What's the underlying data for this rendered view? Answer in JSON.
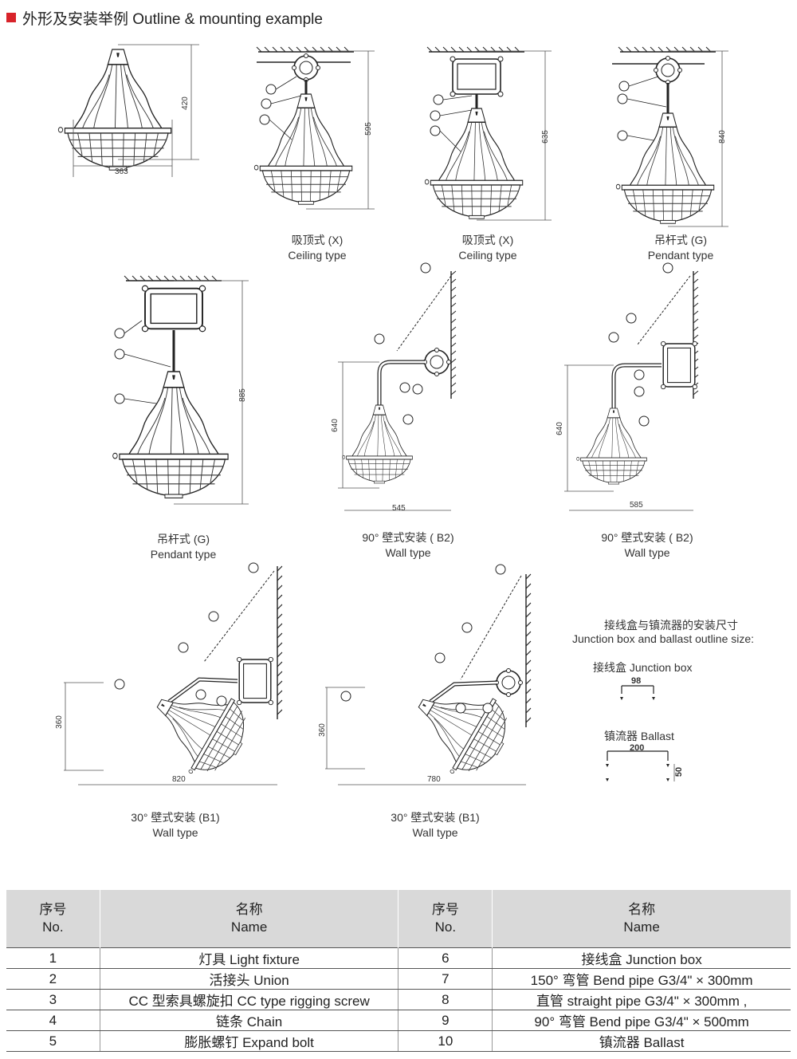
{
  "header": {
    "title": "外形及安装举例 Outline & mounting example",
    "accent": "#d8232a"
  },
  "captions": [
    {
      "cn": "吸顶式 (X)",
      "en": "Ceiling type"
    },
    {
      "cn": "吸顶式 (X)",
      "en": "Ceiling type"
    },
    {
      "cn": "吊杆式 (G)",
      "en": "Pendant type"
    },
    {
      "cn": "吊杆式 (G)",
      "en": "Pendant type"
    },
    {
      "cn": "90° 壁式安装 ( B2)",
      "en": "Wall type"
    },
    {
      "cn": "90° 壁式安装 ( B2)",
      "en": "Wall type"
    },
    {
      "cn": "30° 壁式安装 (B1)",
      "en": "Wall type"
    },
    {
      "cn": "30° 壁式安装 (B1)",
      "en": "Wall type"
    }
  ],
  "dimensions": {
    "d420": "420",
    "d363": "363",
    "d595": "595",
    "d635": "635",
    "d840": "840",
    "d885": "885",
    "d640a": "640",
    "d545": "545",
    "d640b": "640",
    "d585": "585",
    "d360a": "360",
    "d820": "820",
    "d360b": "360",
    "d780": "780"
  },
  "outline_notes": {
    "title_cn": "接线盒与镇流器的安装尺寸",
    "title_en": "Junction box and ballast outline size:",
    "junction_label": "接线盒 Junction box",
    "junction_dim": "98",
    "ballast_label": "镇流器 Ballast",
    "ballast_w": "200",
    "ballast_h": "50"
  },
  "parts_table": {
    "headers": [
      {
        "cn": "序号",
        "en": "No."
      },
      {
        "cn": "名称",
        "en": "Name"
      },
      {
        "cn": "序号",
        "en": "No."
      },
      {
        "cn": "名称",
        "en": "Name"
      }
    ],
    "rows": [
      {
        "no1": "1",
        "name1": "灯具 Light fixture",
        "no2": "6",
        "name2": "接线盒 Junction box"
      },
      {
        "no1": "2",
        "name1": "活接头 Union",
        "no2": "7",
        "name2": "150° 弯管 Bend pipe G3/4\" × 300mm"
      },
      {
        "no1": "3",
        "name1": "CC 型索具螺旋扣 CC type rigging screw",
        "no2": "8",
        "name2": "直管 straight pipe  G3/4\" × 300mm ,"
      },
      {
        "no1": "4",
        "name1": "链条 Chain",
        "no2": "9",
        "name2": "90° 弯管 Bend pipe G3/4\" × 500mm"
      },
      {
        "no1": "5",
        "name1": "膨胀螺钉 Expand bolt",
        "no2": "10",
        "name2": "镇流器 Ballast"
      }
    ]
  }
}
